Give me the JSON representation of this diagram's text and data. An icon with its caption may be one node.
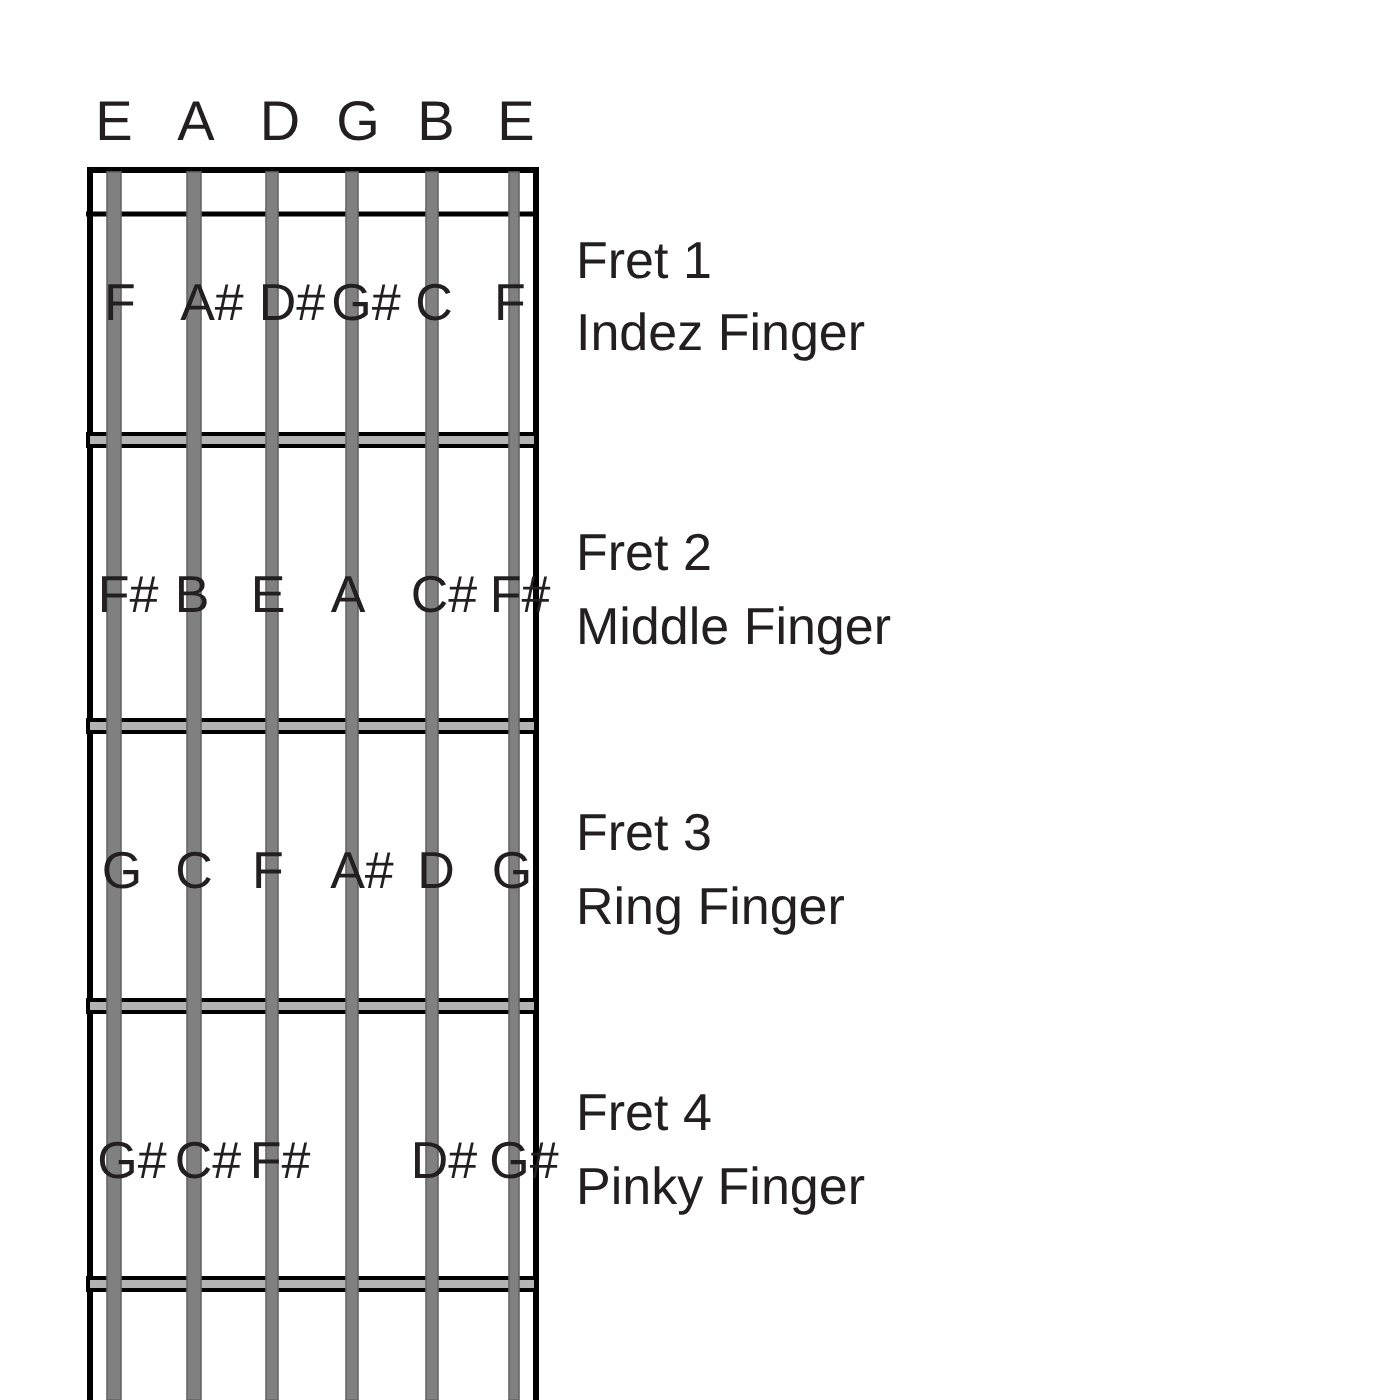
{
  "diagram": {
    "labels": [
      "E",
      "A",
      "D",
      "G",
      "B",
      "E",
      "F",
      "A#",
      "D#",
      "G#",
      "C",
      "F",
      "Fret 1",
      "Indez Finger",
      "F#",
      "B",
      "E",
      "A",
      "C#",
      "F#",
      "Fret 2",
      "Middle Finger",
      "G",
      "C",
      "F",
      "A#",
      "D",
      "G",
      "Fret 3",
      "Ring Finger",
      "G#",
      "C#",
      "F#",
      "D#",
      "G#",
      "Fret 4",
      "Pinky Finger"
    ]
  }
}
